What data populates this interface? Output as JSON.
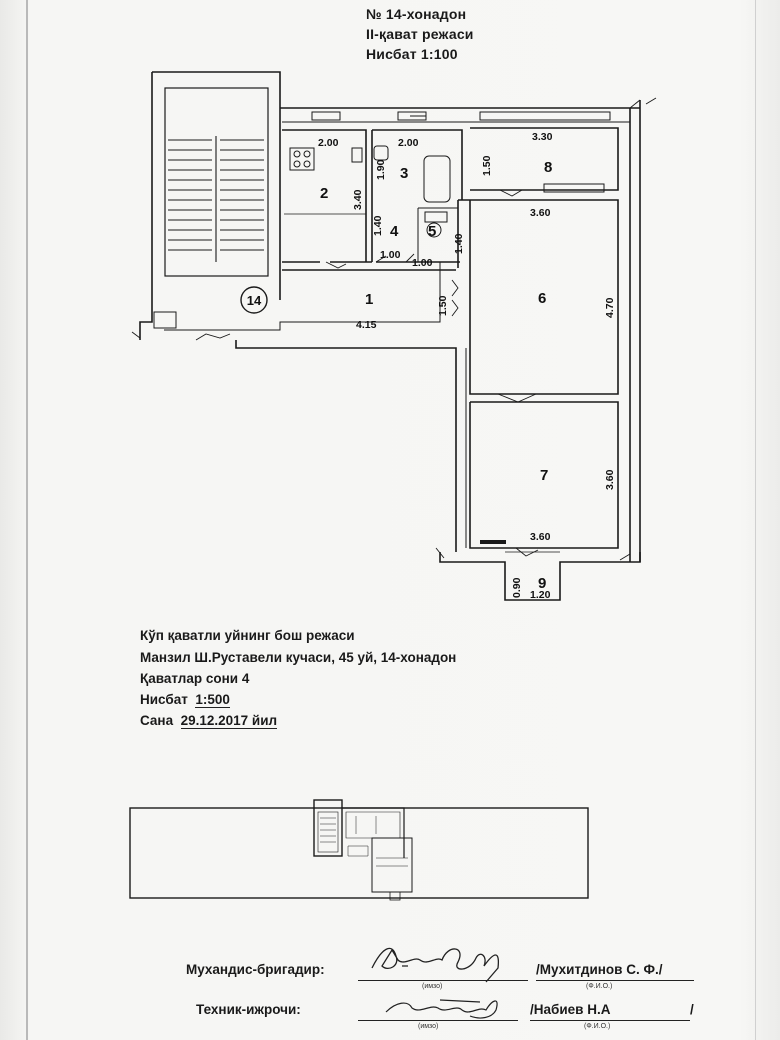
{
  "header": {
    "apartment": "№ 14-хонадон",
    "floor": "II-қават режаси",
    "scale": "Нисбат 1:100"
  },
  "plan": {
    "rooms": [
      "1",
      "2",
      "3",
      "4",
      "5",
      "6",
      "7",
      "8",
      "9"
    ],
    "apartment_badge": "14",
    "dimensions": [
      "2.00",
      "2.00",
      "3.30",
      "1.90",
      "3.40",
      "1.50",
      "1.40",
      "1.40",
      "1.00",
      "1.00",
      "3.60",
      "1.50",
      "4.70",
      "4.15",
      "3.60",
      "3.60",
      "0.90",
      "1.20"
    ]
  },
  "info": {
    "title": "Кўп қаватли уйнинг бош режаси",
    "address": "Манзил Ш.Руставели кучаси, 45 уй, 14-хонадон",
    "floors": "Қаватлар сони 4",
    "scale_label": "Нисбат",
    "scale_value": "1:500",
    "date_label": "Сана",
    "date_value": "29.12.2017 йил"
  },
  "signatures": [
    {
      "role": "Мухандис-бригадир:",
      "sign_caption": "(имзо)",
      "name": "/Мухитдинов С. Ф./",
      "name_caption": "(Ф.И.О.)"
    },
    {
      "role": "Техник-ижрочи:",
      "sign_caption": "(имзо)",
      "name": "/Набиев Н.А",
      "name_caption": "(Ф.И.О.)",
      "trailing": "/"
    }
  ]
}
